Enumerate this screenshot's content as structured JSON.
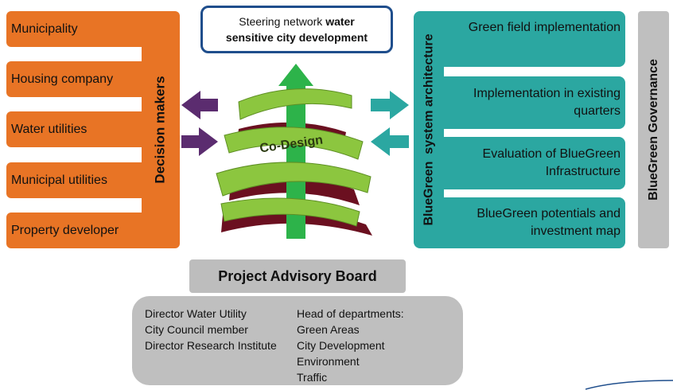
{
  "left": {
    "title": "Decision makers",
    "items": [
      "Municipality",
      "Housing company",
      "Water utilities",
      "Municipal utilities",
      "Property developer"
    ]
  },
  "steering": {
    "line1": "Steering network",
    "line1_bold": "water",
    "line2": "sensitive city development"
  },
  "center": {
    "label": "Co-Design"
  },
  "right": {
    "title": "BlueGreen  system architecture",
    "items": [
      {
        "line1": "Green field implementation",
        "line2": ""
      },
      {
        "line1": "Implementation in existing",
        "line2": "quarters"
      },
      {
        "line1": "Evaluation of BlueGreen",
        "line2": "Infrastructure"
      },
      {
        "line1": "BlueGreen potentials and",
        "line2": "investment map"
      }
    ]
  },
  "governance": {
    "title": "BlueGreen Governance"
  },
  "advisory": {
    "title": "Project Advisory Board",
    "left_members": [
      "Director Water Utility",
      "City Council member",
      "Director Research Institute"
    ],
    "right_members": [
      "Head of departments:",
      "Green Areas",
      "City Development",
      "Environment",
      "Traffic"
    ]
  },
  "colors": {
    "orange": "#E87425",
    "teal": "#2BA7A1",
    "purple": "#5B2C6F",
    "green": "#2DB34A",
    "ribbon": "#8CC63F",
    "ribbon_dark": "#6B1020",
    "navy": "#1F4E8C",
    "gray": "#BFBFBF"
  }
}
